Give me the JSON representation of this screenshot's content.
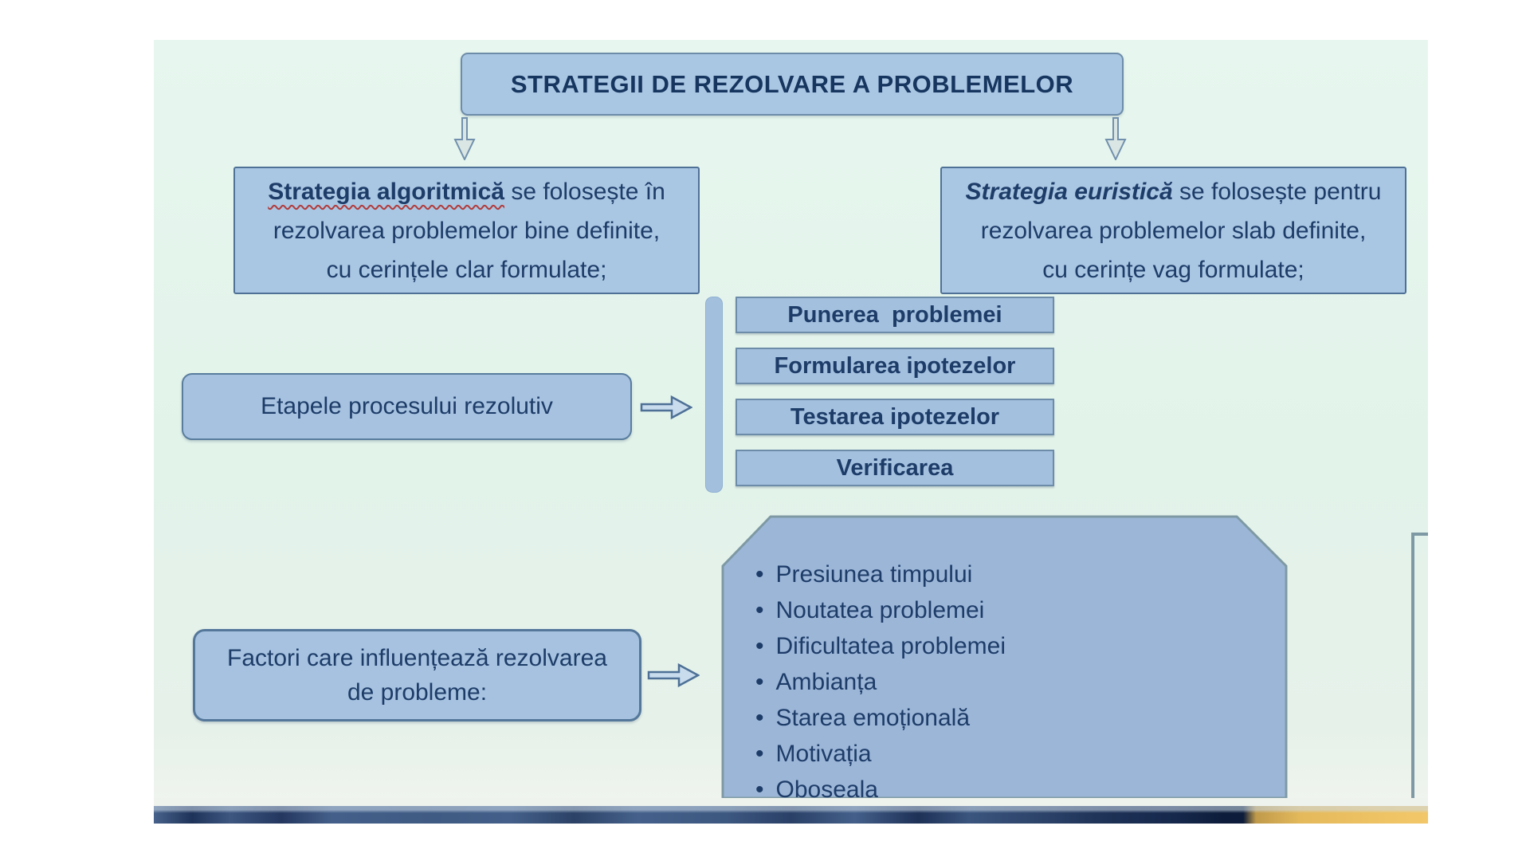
{
  "slide": {
    "title": "STRATEGII DE REZOLVARE A PROBLEMELOR",
    "algorithmic": {
      "emphasis": "Strategia algoritmică",
      "line1_rest": " se folosește în",
      "line2": "rezolvarea problemelor bine definite,",
      "line3": "cu cerințele clar formulate;"
    },
    "heuristic": {
      "emphasis": "Strategia euristică",
      "line1_rest": " se folosește pentru",
      "line2": "rezolvarea problemelor slab definite,",
      "line3": "cu cerințe vag formulate;"
    },
    "stages_label": "Etapele procesului rezolutiv",
    "stages": [
      "Punerea  problemei",
      "Formularea ipotezelor",
      "Testarea ipotezelor",
      "Verificarea"
    ],
    "factors_label_line1": "Factori care influențează rezolvarea",
    "factors_label_line2": "de probleme:",
    "factors": [
      "Presiunea timpului",
      "Noutatea problemei",
      "Dificultatea problemei",
      "Ambianța",
      "Starea emoțională",
      "Motivația",
      "Oboseala"
    ],
    "colors": {
      "box_fill": "#a9c6e3",
      "box_border": "#5b7fa3",
      "polygon_fill": "#9cb6d8",
      "polygon_border": "#7e99a4",
      "text_navy": "#1d3c68",
      "slide_background": "#e4f4ec",
      "underline_red": "#b23b3b",
      "timeline_blue": "#3d5781",
      "timeline_navy": "#16294d",
      "timeline_yellow": "#efc465"
    }
  }
}
